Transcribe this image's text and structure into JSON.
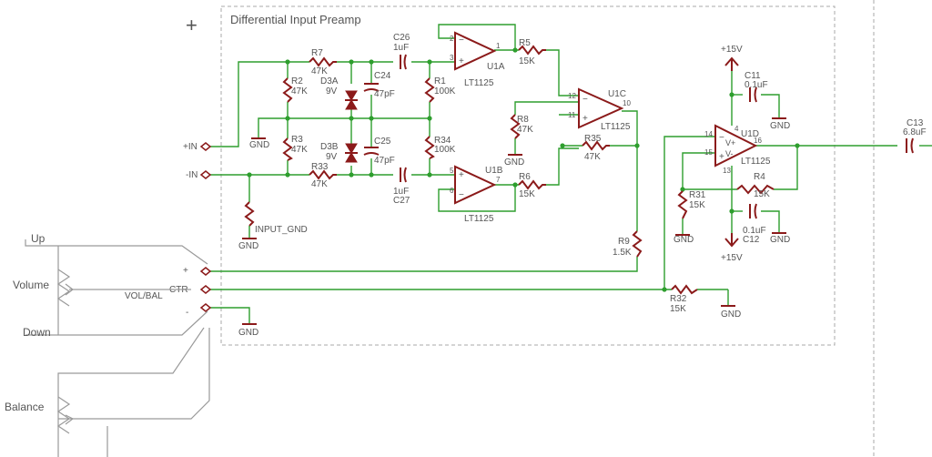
{
  "sheet": {
    "frame_title": "Differential Input Preamp",
    "corner_mark": "+"
  },
  "controls": {
    "up": "Up",
    "volume": "Volume",
    "down": "Down",
    "balance": "Balance",
    "volbal": "VOL/BAL",
    "ctr": "CTR",
    "plus": "+",
    "minus": "-"
  },
  "ports": {
    "in_plus": "+IN",
    "in_minus": "-IN"
  },
  "grounds": {
    "gnd": "GND",
    "input_gnd": "INPUT_GND"
  },
  "supplies": {
    "pos": "+15V",
    "neg": "+15V"
  },
  "resistors": [
    {
      "ref": "R7",
      "val": "47K"
    },
    {
      "ref": "R2",
      "val": "47K"
    },
    {
      "ref": "R3",
      "val": "47K"
    },
    {
      "ref": "R33",
      "val": "47K"
    },
    {
      "ref": "R1",
      "val": "100K"
    },
    {
      "ref": "R34",
      "val": "100K"
    },
    {
      "ref": "R5",
      "val": "15K"
    },
    {
      "ref": "R6",
      "val": "15K"
    },
    {
      "ref": "R8",
      "val": "47K"
    },
    {
      "ref": "R35",
      "val": "47K"
    },
    {
      "ref": "R9",
      "val": "1.5K"
    },
    {
      "ref": "R31",
      "val": "15K"
    },
    {
      "ref": "R4",
      "val": "15K"
    },
    {
      "ref": "R32",
      "val": "15K"
    }
  ],
  "capacitors": [
    {
      "ref": "C26",
      "val": "1uF"
    },
    {
      "ref": "C24",
      "val": "47pF"
    },
    {
      "ref": "C25",
      "val": "47pF"
    },
    {
      "ref": "C27",
      "val": "1uF"
    },
    {
      "ref": "C11",
      "val": "0.1uF"
    },
    {
      "ref": "C12",
      "val": "0.1uF"
    },
    {
      "ref": "C13",
      "val": "6.8uF"
    }
  ],
  "diodes": [
    {
      "ref": "D3A",
      "val": "9V"
    },
    {
      "ref": "D3B",
      "val": "9V"
    }
  ],
  "opamps": [
    {
      "ref": "U1A",
      "part": "LT1125",
      "pin_a": "2",
      "pin_b": "3",
      "pin_out": "1"
    },
    {
      "ref": "U1B",
      "part": "LT1125",
      "pin_a": "5",
      "pin_b": "6",
      "pin_out": "7"
    },
    {
      "ref": "U1C",
      "part": "LT1125",
      "pin_a": "12",
      "pin_b": "11",
      "pin_out": "10"
    },
    {
      "ref": "U1D",
      "part": "LT1125",
      "pin_a": "14",
      "pin_b": "15",
      "pin_out": "16"
    }
  ],
  "u1d_pins": {
    "v_plus_label": "V+",
    "v_minus_label": "V-",
    "pin_vplus": "4",
    "pin_vminus": "13"
  }
}
